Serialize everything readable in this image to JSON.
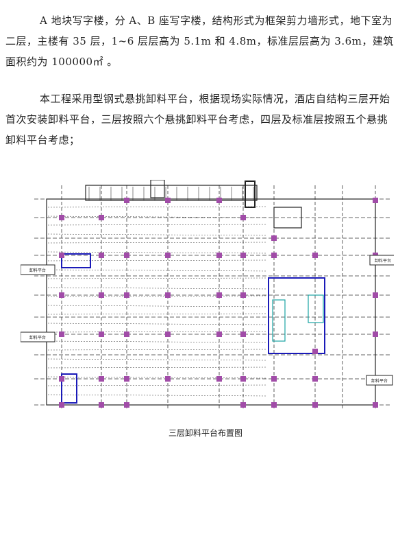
{
  "paragraphs": [
    "A 地块写字楼，分 A、B 座写字楼，结构形式为框架剪力墙形式，地下室为二层，主楼有 35 层，1~6 层层高为 5.1m 和 4.8m，标准层层高为 3.6m，建筑面积约为 100000㎡ 。",
    "本工程采用型钢式悬挑卸料平台，根据现场实际情况，酒店自结构三层开始首次安装卸料平台，三层按照六个悬挑卸料平台考虑，四层及标准层按照五个悬挑卸料平台考虑；"
  ],
  "figure": {
    "caption": "三层卸料平台布置图",
    "platform_label": "卸料平台",
    "colors": {
      "grid": "#333333",
      "column": "#a14ca8",
      "platform": "#1a1ab8",
      "accent": "#19a3a3"
    }
  }
}
